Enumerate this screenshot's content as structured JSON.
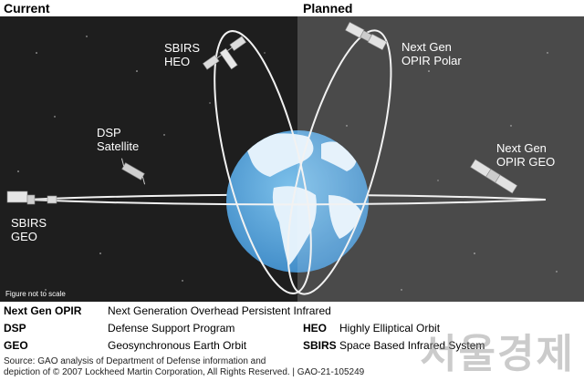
{
  "headers": {
    "current": "Current",
    "planned": "Planned"
  },
  "labels": {
    "sbirs_heo": "SBIRS\nHEO",
    "dsp": "DSP\nSatellite",
    "sbirs_geo": "SBIRS\nGEO",
    "next_gen_polar": "Next Gen\nOPIR Polar",
    "next_gen_geo": "Next Gen\nOPIR GEO"
  },
  "figure_note": "Figure not to scale",
  "legend": [
    {
      "abbr": "Next Gen OPIR",
      "text": "Next Generation Overhead Persistent Infrared"
    },
    {
      "abbr": "DSP",
      "text": "Defense Support Program"
    },
    {
      "abbr": "HEO",
      "text": "Highly Elliptical Orbit"
    },
    {
      "abbr": "GEO",
      "text": "Geosynchronous Earth Orbit"
    },
    {
      "abbr": "SBIRS",
      "text": "Space Based Infrared System"
    }
  ],
  "source_lines": [
    "Source: GAO analysis of Department of Defense information and",
    "depiction of © 2007 Lockheed Martin Corporation, All Rights Reserved.  |  GAO-21-105249"
  ],
  "watermark": "서울경제",
  "colors": {
    "current_bg": "#1e1e1e",
    "planned_bg": "#4a4a4a",
    "earth_ocean": "#5aa9dc",
    "earth_land": "#d9ecf8",
    "orbit": "#f2f2f2"
  }
}
